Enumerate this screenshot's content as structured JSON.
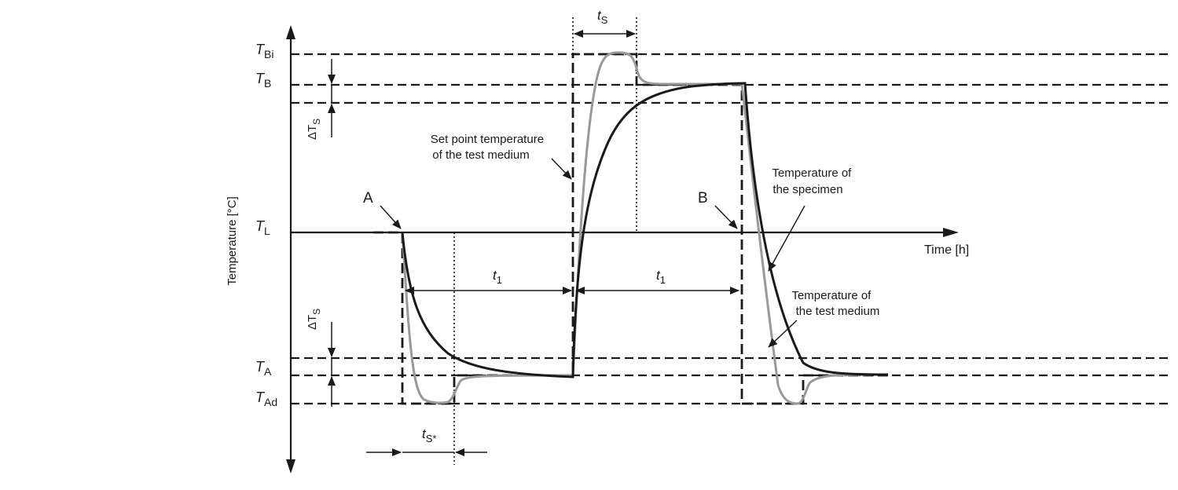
{
  "axes": {
    "y_label": "Temperature [°C]",
    "x_label": "Time [h]"
  },
  "levels": {
    "TBi": {
      "main": "T",
      "sub": "Bi"
    },
    "TB": {
      "main": "T",
      "sub": "B"
    },
    "TL": {
      "main": "T",
      "sub": "L"
    },
    "TA": {
      "main": "T",
      "sub": "A"
    },
    "TAd": {
      "main": "T",
      "sub": "Ad"
    }
  },
  "tolerance": {
    "main": "ΔT",
    "sub": "S"
  },
  "times": {
    "ts": {
      "main": "t",
      "sub": "S"
    },
    "ts_star": {
      "main": "t",
      "sub": "S*"
    },
    "t1": {
      "main": "t",
      "sub": "1"
    }
  },
  "points": {
    "A": "A",
    "B": "B"
  },
  "annotations": {
    "setpoint": [
      "Set point temperature",
      "of the test medium"
    ],
    "specimen": [
      "Temperature of",
      "the specimen"
    ],
    "medium": [
      "Temperature of",
      "the test medium"
    ]
  },
  "colors": {
    "setpoint": "#1a1a1a",
    "specimen": "#1a1a1a",
    "medium": "#999999"
  }
}
